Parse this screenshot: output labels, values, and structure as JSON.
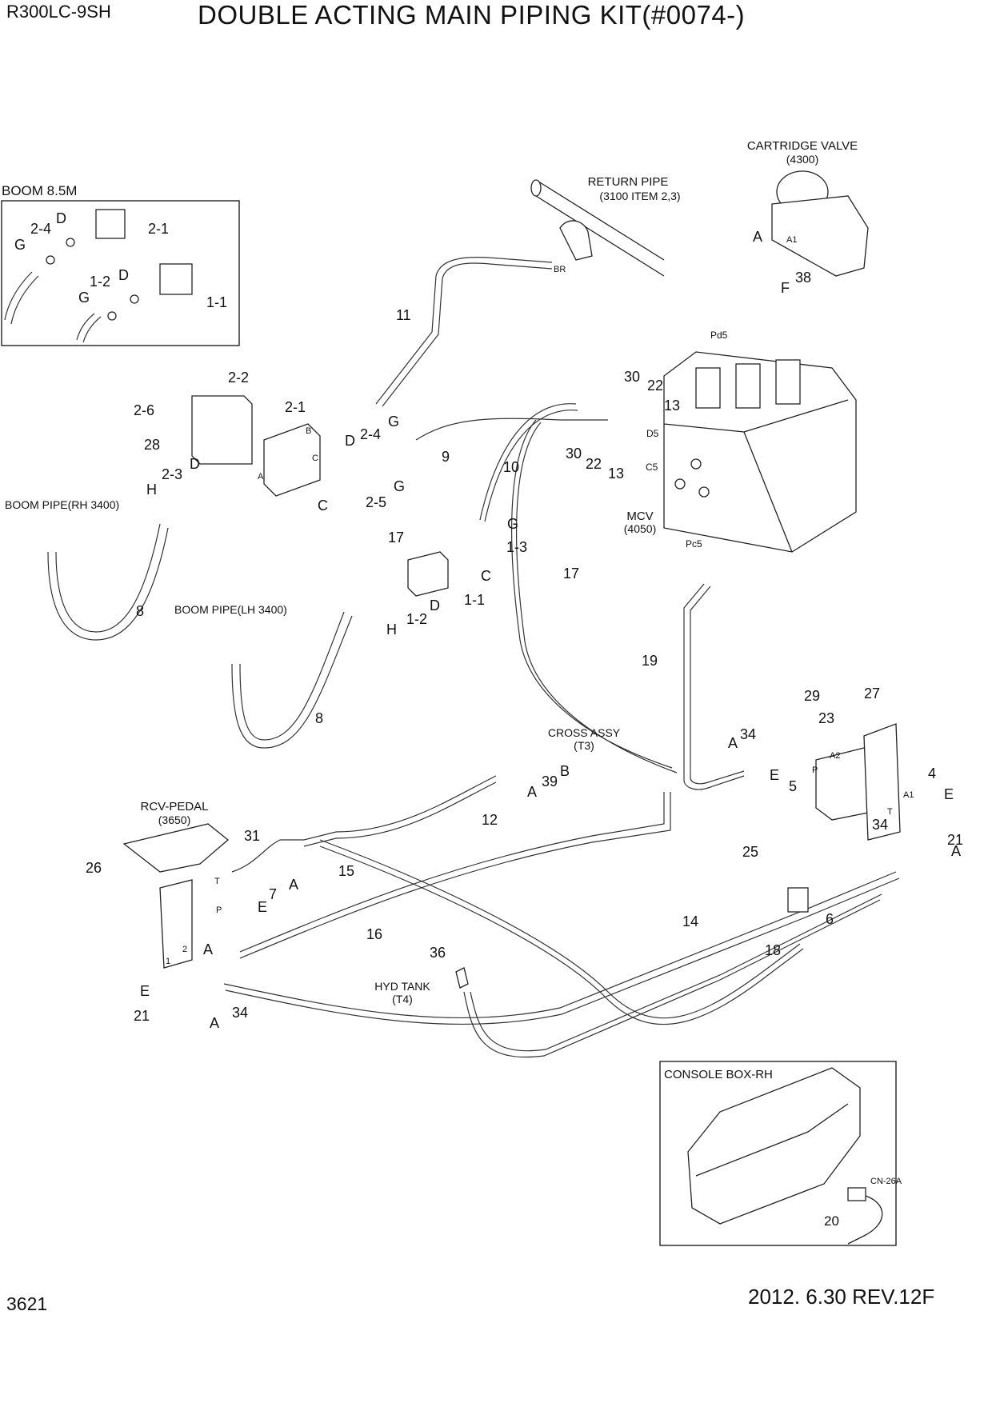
{
  "header": {
    "model": "R300LC-9SH",
    "title": "DOUBLE ACTING MAIN PIPING KIT(#0074-)"
  },
  "footer": {
    "page_number": "3621",
    "revision": "2012. 6.30  REV.12F"
  },
  "insets": {
    "boom": "BOOM 8.5M",
    "console": "CONSOLE BOX-RH"
  },
  "components": {
    "cartridge_valve": "CARTRIDGE VALVE",
    "cartridge_valve_ref": "(4300)",
    "return_pipe": "RETURN PIPE",
    "return_pipe_ref": "(3100 ITEM 2,3)",
    "mcv": "MCV",
    "mcv_ref": "(4050)",
    "boom_pipe_rh": "BOOM PIPE(RH 3400)",
    "boom_pipe_lh": "BOOM PIPE(LH 3400)",
    "cross_assy": "CROSS ASSY",
    "cross_assy_ref": "(T3)",
    "rcv_pedal": "RCV-PEDAL",
    "rcv_pedal_ref": "(3650)",
    "hyd_tank": "HYD TANK",
    "hyd_tank_ref": "(T4)",
    "connector": "CN-26A"
  },
  "callouts": {
    "boom_inset": [
      "2-4",
      "D",
      "2-1",
      "G",
      "1-2",
      "D",
      "1-1",
      "G"
    ],
    "main": [
      "11",
      "BR",
      "A",
      "A1",
      "F",
      "38",
      "Pd5",
      "2-2",
      "2-1",
      "2-6",
      "B",
      "2-4",
      "G",
      "28",
      "A",
      "C",
      "9",
      "2-3",
      "D",
      "H",
      "2-5",
      "G",
      "C",
      "10",
      "30",
      "22",
      "13",
      "D5",
      "30",
      "22",
      "13",
      "C5",
      "17",
      "G",
      "1-3",
      "C",
      "1-1",
      "D",
      "1-2",
      "H",
      "8",
      "8",
      "Pc5",
      "17",
      "19",
      "29",
      "27",
      "23",
      "A2",
      "P",
      "4",
      "34",
      "A",
      "E",
      "5",
      "A1",
      "E",
      "T",
      "34",
      "21",
      "A",
      "25",
      "6",
      "14",
      "18",
      "CROSS ASSY",
      "39",
      "B",
      "A",
      "12",
      "31",
      "A",
      "7",
      "E",
      "26",
      "T",
      "P",
      "15",
      "16",
      "2",
      "1",
      "A",
      "E",
      "21",
      "34",
      "A",
      "36",
      "20"
    ]
  }
}
